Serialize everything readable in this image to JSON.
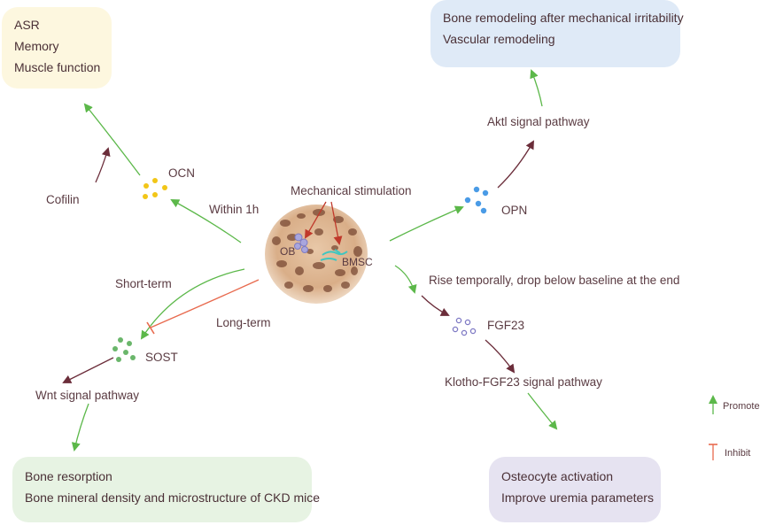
{
  "colors": {
    "promote": "#5cb84a",
    "inhibit": "#e86a4e",
    "maroon": "#6b2d3a",
    "yellow_box": "#fdf7df",
    "blue_box": "#dfeaf7",
    "green_box": "#e7f3e3",
    "purple_box": "#e6e3f1"
  },
  "center": {
    "title": "Mechanical stimulation",
    "cell_ob": "OB",
    "cell_bmsc": "BMSC"
  },
  "top_left_box": {
    "lines": [
      "ASR",
      "Memory",
      "Muscle function"
    ]
  },
  "top_right_box": {
    "lines": [
      "Bone remodeling after mechanical irritability",
      "Vascular remodeling"
    ]
  },
  "bottom_left_box": {
    "lines": [
      "Bone resorption",
      "Bone mineral density and microstructure of CKD mice"
    ]
  },
  "bottom_right_box": {
    "lines": [
      "Osteocyte activation",
      "Improve uremia parameters"
    ]
  },
  "labels": {
    "cofilin": "Cofilin",
    "ocn": "OCN",
    "within_1h": "Within 1h",
    "aktl": "Aktl signal pathway",
    "opn": "OPN",
    "short_term": "Short-term",
    "long_term": "Long-term",
    "sost": "SOST",
    "wnt": "Wnt signal pathway",
    "rise": "Rise temporally, drop below baseline at the end",
    "fgf23": "FGF23",
    "klotho": "Klotho-FGF23 signal pathway"
  },
  "legend": {
    "promote": "Promote",
    "inhibit": "Inhibit"
  }
}
